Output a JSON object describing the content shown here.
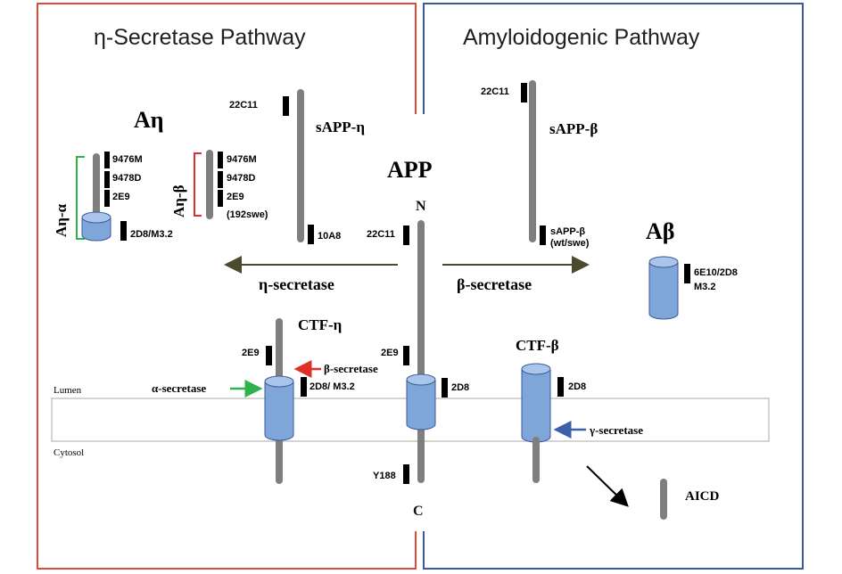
{
  "panels": {
    "left_title": "η-Secretase Pathway",
    "right_title": "Amyloidogenic Pathway"
  },
  "app": {
    "title": "APP",
    "n_label": "N",
    "c_label": "C",
    "ab_22c11": "22C11",
    "ab_2e9": "2E9",
    "ab_2d8": "2D8",
    "ab_y188": "Y188"
  },
  "a_eta": {
    "title": "Aη",
    "alpha_label": "Aη-α",
    "beta_label": "Aη-β",
    "alpha_abs": [
      "9476M",
      "9478D",
      "2E9"
    ],
    "beta_abs": [
      "9476M",
      "9478D",
      "2E9",
      "(192swe)"
    ],
    "stub_ab": "2D8/M3.2"
  },
  "sapp_eta": {
    "label": "sAPP-η",
    "ab_top": "22C11",
    "ab_bottom": "10A8"
  },
  "sapp_beta": {
    "label": "sAPP-β",
    "ab_top": "22C11",
    "ab_bottom_1": "sAPP-β",
    "ab_bottom_2": "(wt/swe)"
  },
  "a_beta": {
    "title": "Aβ",
    "ab_1": "6E10/2D8",
    "ab_2": "M3.2"
  },
  "arrows": {
    "eta_secretase": "η-secretase",
    "beta_secretase": "β-secretase"
  },
  "ctf_eta": {
    "label": "CTF-η",
    "ab_2e9": "2E9",
    "ab_2d8": "2D8/ M3.2",
    "beta_secretase": "β-secretase",
    "alpha_secretase": "α-secretase"
  },
  "ctf_beta": {
    "label": "CTF-β",
    "ab_2d8": "2D8",
    "gamma_secretase": "γ-secretase"
  },
  "membrane": {
    "lumen": "Lumen",
    "cytosol": "Cytosol"
  },
  "aicd": {
    "label": "AICD"
  },
  "colors": {
    "left_border": "#e04a3c",
    "right_border": "#3b5a9a",
    "cylinder": "#7ea6d8",
    "rod": "#7f7f7f",
    "green": "#2db34a",
    "red": "#e0302a",
    "blue": "#3b5fa8",
    "olive": "#4b4b2b"
  }
}
